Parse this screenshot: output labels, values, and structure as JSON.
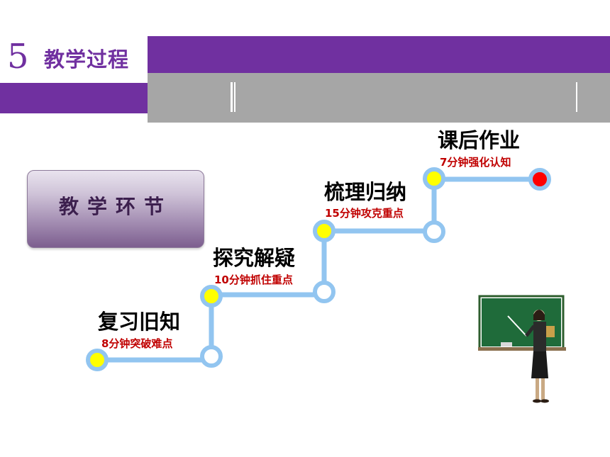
{
  "header": {
    "number": "5",
    "title": "教学过程"
  },
  "stage_label": "教学环节",
  "steps": [
    {
      "title": "复习旧知",
      "duration": "8分钟突破难点"
    },
    {
      "title": "探究解疑",
      "duration": "10分钟抓住重点"
    },
    {
      "title": "梳理归纳",
      "duration": "15分钟攻克重点"
    },
    {
      "title": "课后作业",
      "duration": "7分钟强化认知"
    }
  ],
  "colors": {
    "purple": "#7030a0",
    "gray": "#a6a6a6",
    "path": "#92c5f0",
    "node_yellow": "#ffff00",
    "node_red": "#ff0000",
    "subtitle_red": "#c00000"
  }
}
